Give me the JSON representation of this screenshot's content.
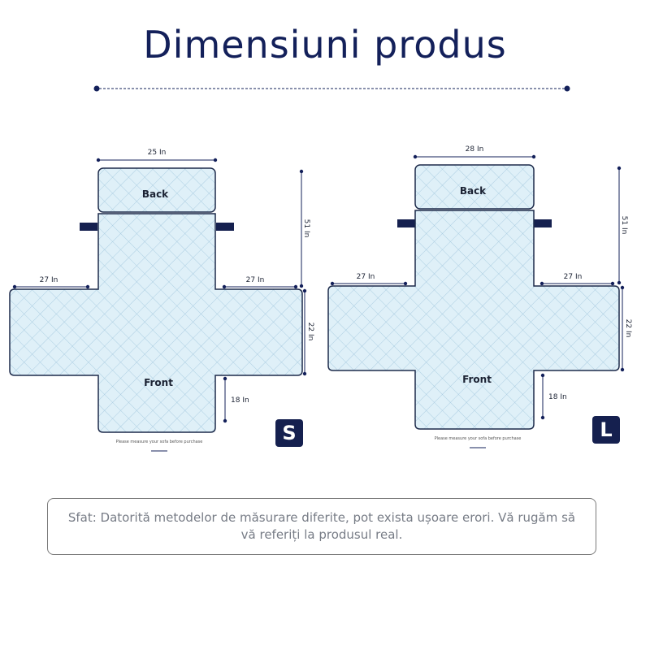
{
  "title": "Dimensiuni produs",
  "diagrams": [
    {
      "size": "S",
      "labels": {
        "back": "Back",
        "front": "Front",
        "back_width": "25 In",
        "left_arm": "27 In",
        "right_arm": "27 In",
        "height": "51 In",
        "arm_depth": "22 In",
        "front_drop": "18 In"
      },
      "note": "Please measure your sofa before purchase"
    },
    {
      "size": "L",
      "labels": {
        "back": "Back",
        "front": "Front",
        "back_width": "28 In",
        "left_arm": "27 In",
        "right_arm": "27 In",
        "height": "51 In",
        "arm_depth": "22 In",
        "front_drop": "18 In"
      },
      "note": "Please measure your sofa before purchase"
    }
  ],
  "tip": "Sfat: Datorită metodelor de măsurare diferite, pot exista ușoare erori. Vă rugăm să vă referiți la produsul real.",
  "colors": {
    "navy": "#13205a",
    "fabric": "#dff0f8",
    "quilt": "#9fc6dd",
    "outline": "#1d2a4a"
  }
}
